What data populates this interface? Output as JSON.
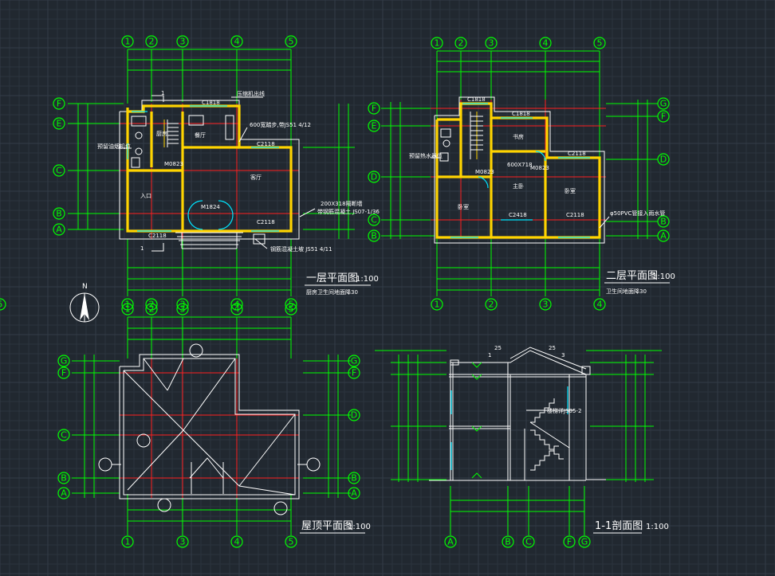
{
  "drawing": {
    "floor1": {
      "title": "一层平面图",
      "scale": "1:100",
      "note": "厨房卫生间地面降30",
      "axes_top": [
        "1",
        "2",
        "3",
        "4",
        "5"
      ],
      "axes_left": [
        "F",
        "E",
        "C",
        "B",
        "A"
      ],
      "rooms": {
        "r1": "厨房",
        "r2": "入口",
        "r3": "客厅",
        "r4": "餐厅"
      },
      "tags": {
        "c1": "C1818",
        "c2": "C2118",
        "c3": "C2118",
        "c4": "C2118",
        "m1": "M0823",
        "m2": "M1824"
      },
      "notes": {
        "n1": "压缩机出线",
        "n2": "600宽踏步,带JS51 4/12",
        "n3": "200X318隔断墙",
        "n4": "带钢筋混凝土 JS07-1/36",
        "n5": "钢筋混凝土坡 JS51 4/11",
        "n6": "预留油烟机位",
        "cut": "1"
      }
    },
    "floor2": {
      "title": "二层平面图",
      "scale": "1:100",
      "note": "卫生间地面降30",
      "axes_top": [
        "1",
        "2",
        "3",
        "4",
        "5"
      ],
      "axes_left": [
        "G",
        "F",
        "E",
        "D",
        "C",
        "B",
        "A"
      ],
      "rooms": {
        "r1": "卧室",
        "r2": "主卧",
        "r3": "书房",
        "r4": "卧室"
      },
      "tags": {
        "c1": "C1818",
        "c2": "C1818",
        "c3": "C2118",
        "c4": "C2418",
        "c5": "C2118",
        "m1": "M0823",
        "m2": "M0823"
      },
      "notes": {
        "n1": "预留热水器位",
        "n2": "600X718",
        "n3": "φ50PVC管接入雨水管"
      }
    },
    "roof": {
      "title": "屋顶平面图",
      "scale": "1:100",
      "axes_top": [
        "1",
        "2",
        "3",
        "4",
        "5"
      ],
      "axes_left": [
        "G",
        "F",
        "D",
        "C",
        "B",
        "A"
      ],
      "axes_right": [
        "G",
        "F",
        "D",
        "C",
        "B",
        "A"
      ],
      "north": "N"
    },
    "section": {
      "title": "1-1剖面图",
      "scale": "1:100",
      "axes_bottom": [
        "A",
        "B",
        "C",
        "F",
        "G"
      ],
      "slope_left": "25",
      "slope_right": "25",
      "tag1": "1",
      "tag2": "3",
      "note": "楼梯详JS05-2"
    }
  },
  "colors": {
    "background": "#212830",
    "grid": "#2c343e",
    "axis": "#00ff00",
    "wall": "#ffd400",
    "beam": "#ff2020",
    "window": "#00e5ff",
    "text": "#ffffff"
  }
}
